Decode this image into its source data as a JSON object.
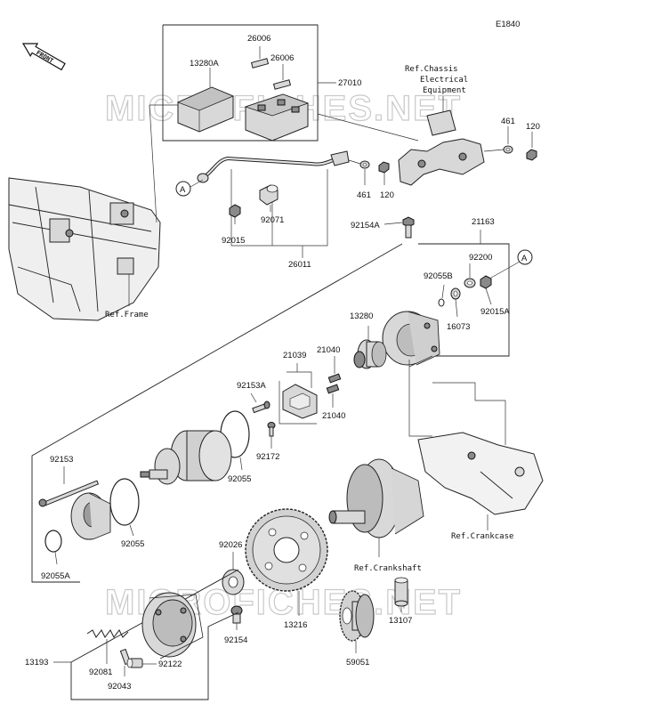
{
  "diagram_code": "E1840",
  "front_indicator": "FRONT",
  "watermark": "MICROFICHES.NET",
  "refs": {
    "chassis_line1": "Ref.Chassis",
    "chassis_line2": "Electrical",
    "chassis_line3": "Equipment",
    "frame": "Ref.Frame",
    "crankcase": "Ref.Crankcase",
    "crankshaft": "Ref.Crankshaft"
  },
  "callout_marker": "A",
  "part_labels": {
    "p26006_a": "26006",
    "p26006_b": "26006",
    "p13280A": "13280A",
    "p27010": "27010",
    "p461_a": "461",
    "p120_a": "120",
    "p461_b": "461",
    "p120_b": "120",
    "p92015": "92015",
    "p92071": "92071",
    "p26011": "26011",
    "p92154A": "92154A",
    "p21163": "21163",
    "p92200": "92200",
    "p92055B": "92055B",
    "p92015A": "92015A",
    "p16073": "16073",
    "p13280": "13280",
    "p21039": "21039",
    "p21040_a": "21040",
    "p21040_b": "21040",
    "p92153A": "92153A",
    "p92172": "92172",
    "p92055_a": "92055",
    "p92153": "92153",
    "p92055_b": "92055",
    "p92055A": "92055A",
    "p92026": "92026",
    "p13216": "13216",
    "p92154": "92154",
    "p13193": "13193",
    "p92081": "92081",
    "p92043": "92043",
    "p92122": "92122",
    "p59051": "59051",
    "p13107": "13107"
  }
}
